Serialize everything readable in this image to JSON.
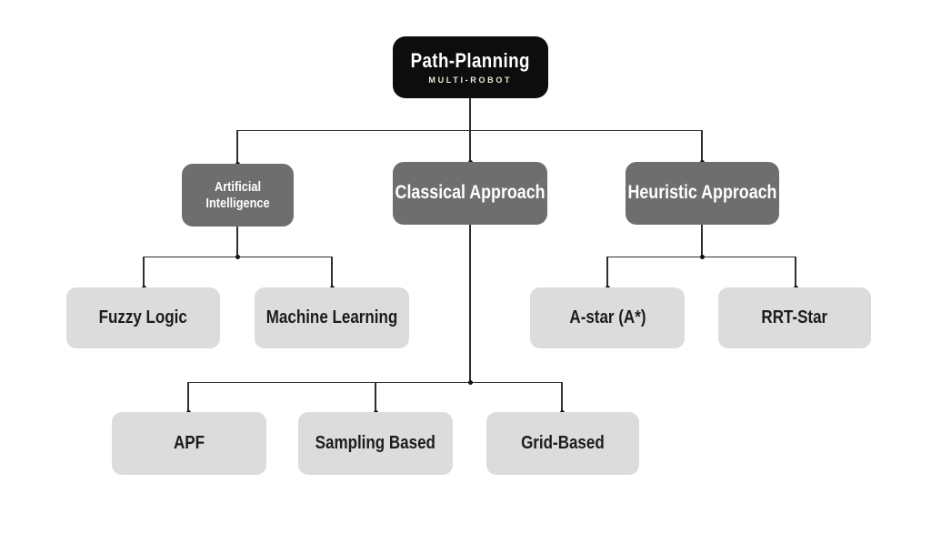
{
  "diagram": {
    "type": "hierarchy-flowchart",
    "root": {
      "title": "Path-Planning",
      "subtitle": "MULTI-ROBOT"
    },
    "nodes": {
      "ai": "Artificial Intelligence",
      "classical": "Classical Approach",
      "heuristic": "Heuristic Approach",
      "fuzzy": "Fuzzy Logic",
      "ml": "Machine Learning",
      "astar": "A-star (A*)",
      "rrt": "RRT-Star",
      "apf": "APF",
      "sampling": "Sampling Based",
      "grid": "Grid-Based"
    },
    "hierarchy": {
      "Path-Planning (MULTI-ROBOT)": {
        "Artificial Intelligence": [
          "Fuzzy Logic",
          "Machine Learning"
        ],
        "Classical Approach": [
          "APF",
          "Sampling Based",
          "Grid-Based"
        ],
        "Heuristic Approach": [
          "A-star (A*)",
          "RRT-Star"
        ]
      }
    },
    "colors": {
      "root_bg": "#0d0d0d",
      "root_text": "#ffffff",
      "root_subtitle_text": "#efe6d4",
      "branch_bg": "#6e6e6e",
      "branch_text": "#ffffff",
      "leaf_bg": "#dcdcdc",
      "leaf_text": "#1c1c1c",
      "connector": "#2e2e2e",
      "background": "#ffffff"
    }
  }
}
